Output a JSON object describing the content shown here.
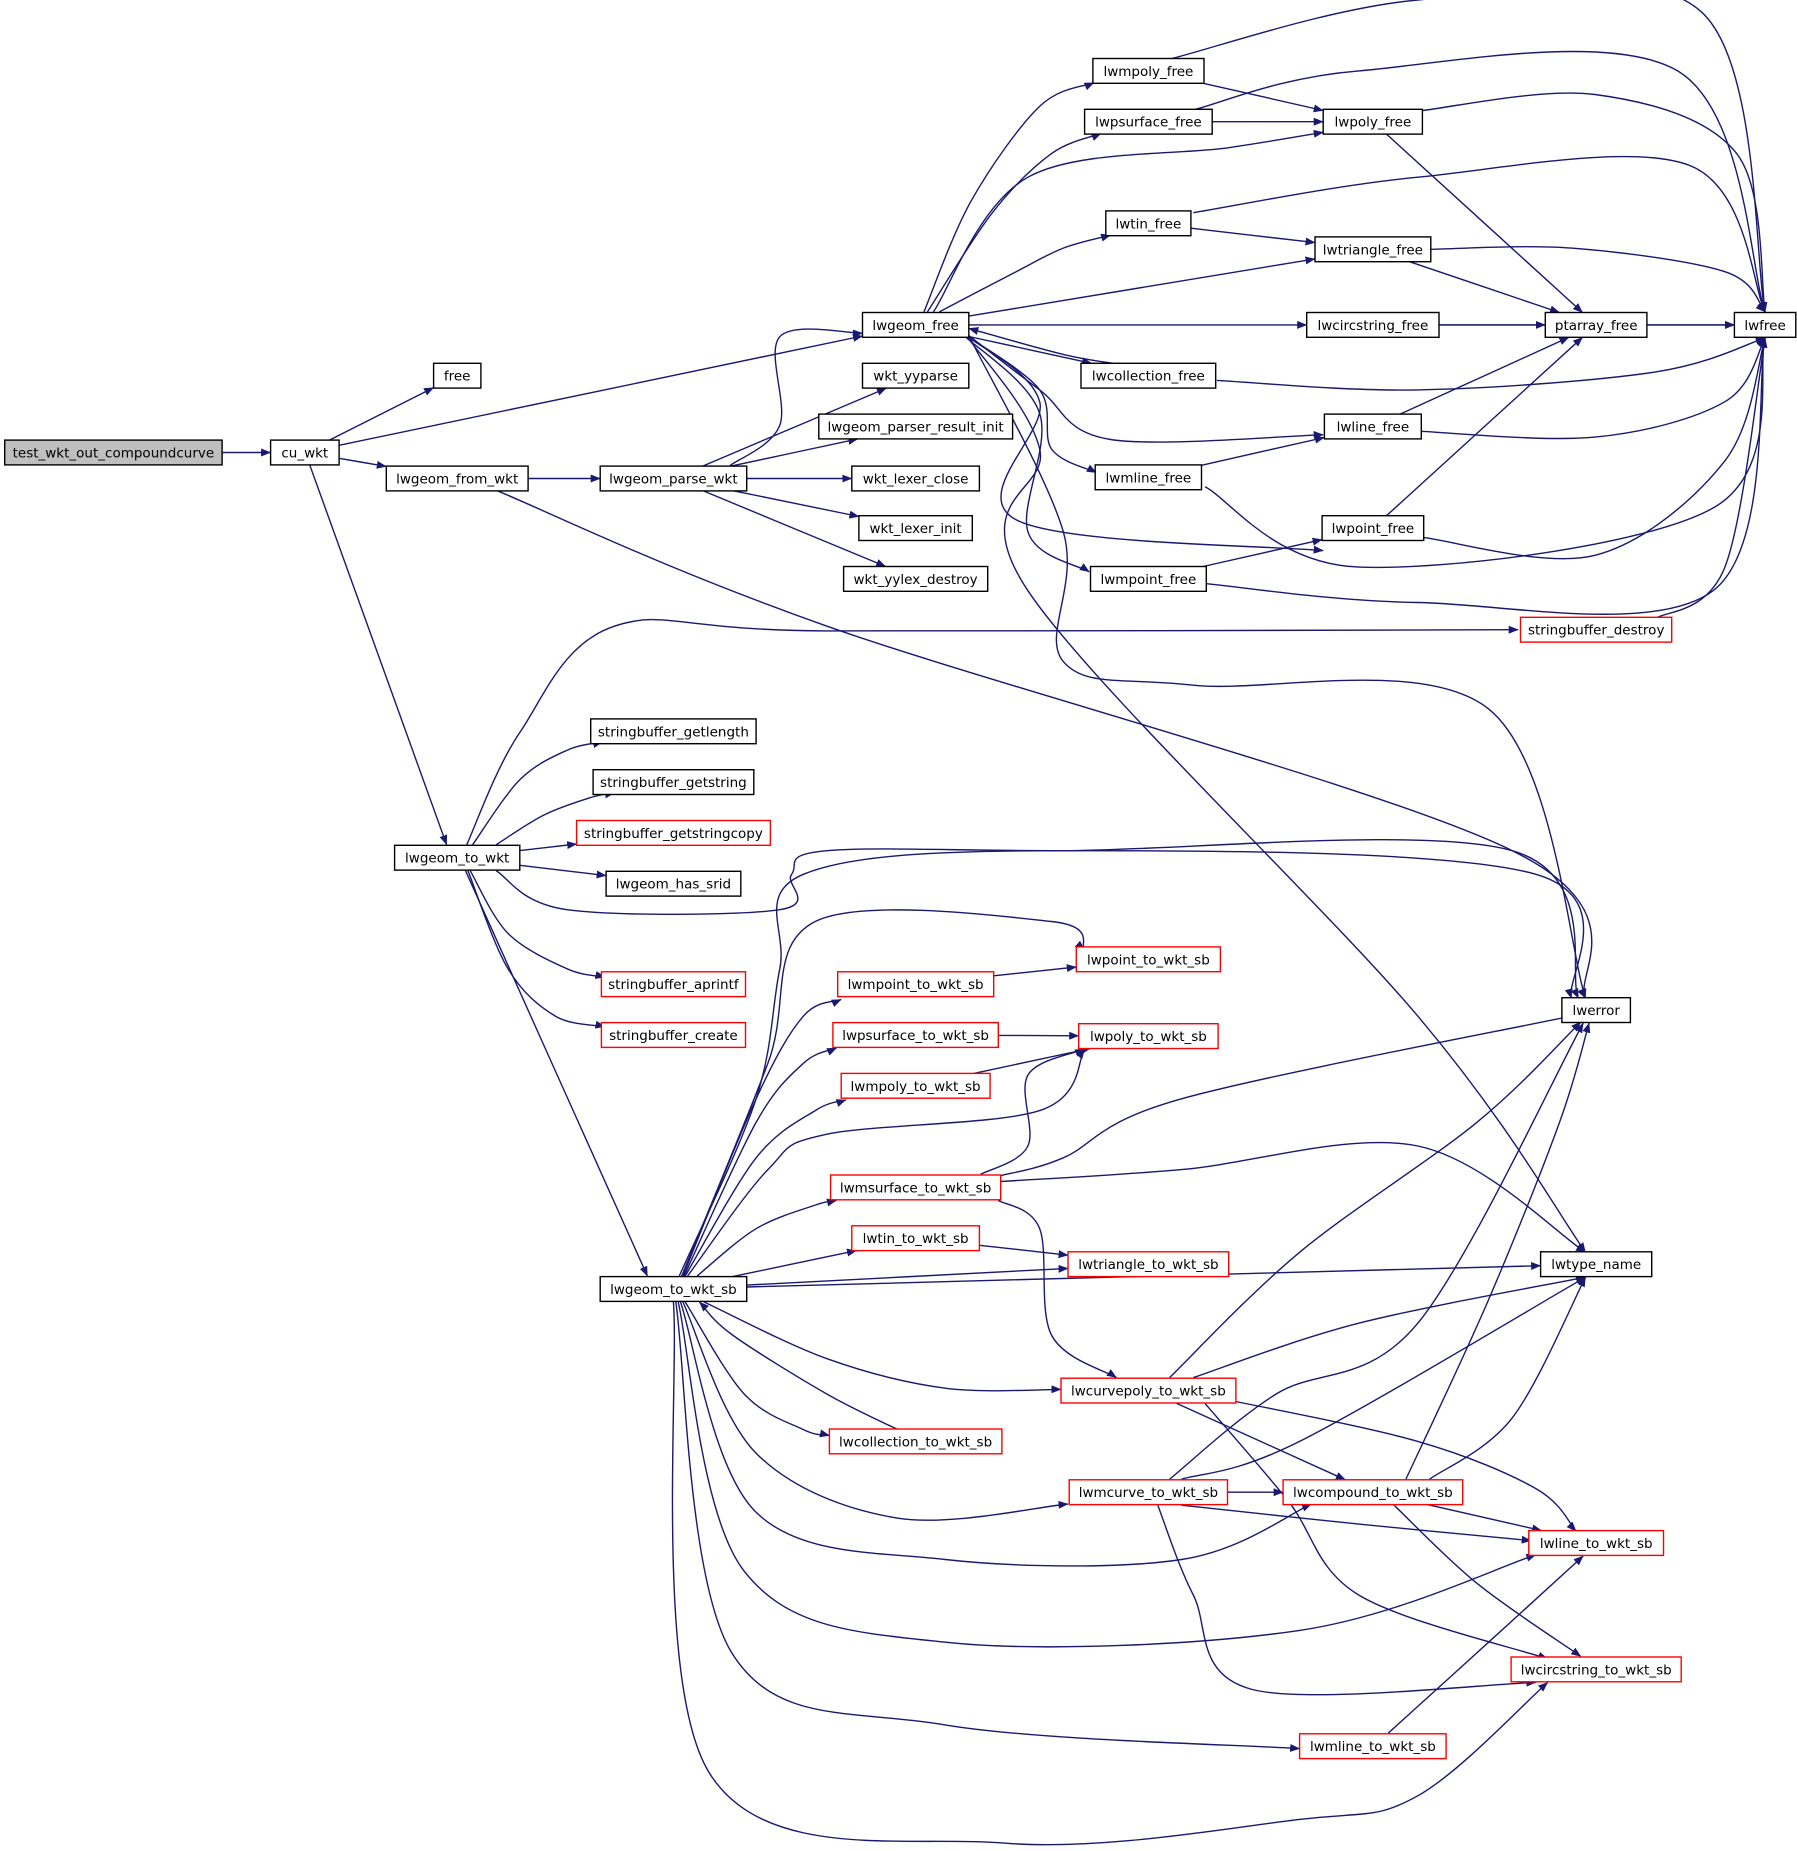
{
  "colors": {
    "edge": "#191970",
    "root_fill": "#bfbfbf",
    "node_fill": "#ffffff",
    "node_border": "#000000",
    "truncated_border": "#ff0000"
  },
  "nodes": [
    {
      "id": "test_wkt_out_compoundcurve",
      "label": "test_wkt_out_compoundcurve",
      "style": "root"
    },
    {
      "id": "cu_wkt",
      "label": "cu_wkt",
      "style": "normal"
    },
    {
      "id": "free",
      "label": "free",
      "style": "normal"
    },
    {
      "id": "lwgeom_free",
      "label": "lwgeom_free",
      "style": "normal"
    },
    {
      "id": "lwgeom_from_wkt",
      "label": "lwgeom_from_wkt",
      "style": "normal"
    },
    {
      "id": "lwgeom_to_wkt",
      "label": "lwgeom_to_wkt",
      "style": "normal"
    },
    {
      "id": "lwgeom_parse_wkt",
      "label": "lwgeom_parse_wkt",
      "style": "normal"
    },
    {
      "id": "wkt_yyparse",
      "label": "wkt_yyparse",
      "style": "normal"
    },
    {
      "id": "lwgeom_parser_result_init",
      "label": "lwgeom_parser_result_init",
      "style": "normal"
    },
    {
      "id": "wkt_lexer_close",
      "label": "wkt_lexer_close",
      "style": "normal"
    },
    {
      "id": "wkt_lexer_init",
      "label": "wkt_lexer_init",
      "style": "normal"
    },
    {
      "id": "wkt_yylex_destroy",
      "label": "wkt_yylex_destroy",
      "style": "normal"
    },
    {
      "id": "lwmpoly_free",
      "label": "lwmpoly_free",
      "style": "normal"
    },
    {
      "id": "lwpsurface_free",
      "label": "lwpsurface_free",
      "style": "normal"
    },
    {
      "id": "lwtin_free",
      "label": "lwtin_free",
      "style": "normal"
    },
    {
      "id": "lwcollection_free",
      "label": "lwcollection_free",
      "style": "normal"
    },
    {
      "id": "lwmline_free",
      "label": "lwmline_free",
      "style": "normal"
    },
    {
      "id": "lwmpoint_free",
      "label": "lwmpoint_free",
      "style": "normal"
    },
    {
      "id": "lwpoly_free",
      "label": "lwpoly_free",
      "style": "normal"
    },
    {
      "id": "lwtriangle_free",
      "label": "lwtriangle_free",
      "style": "normal"
    },
    {
      "id": "lwcircstring_free",
      "label": "lwcircstring_free",
      "style": "normal"
    },
    {
      "id": "lwline_free",
      "label": "lwline_free",
      "style": "normal"
    },
    {
      "id": "lwpoint_free",
      "label": "lwpoint_free",
      "style": "normal"
    },
    {
      "id": "ptarray_free",
      "label": "ptarray_free",
      "style": "normal"
    },
    {
      "id": "lwfree",
      "label": "lwfree",
      "style": "normal"
    },
    {
      "id": "stringbuffer_destroy",
      "label": "stringbuffer_destroy",
      "style": "truncated"
    },
    {
      "id": "stringbuffer_getlength",
      "label": "stringbuffer_getlength",
      "style": "normal"
    },
    {
      "id": "stringbuffer_getstring",
      "label": "stringbuffer_getstring",
      "style": "normal"
    },
    {
      "id": "stringbuffer_getstringcopy",
      "label": "stringbuffer_getstringcopy",
      "style": "truncated"
    },
    {
      "id": "lwgeom_has_srid",
      "label": "lwgeom_has_srid",
      "style": "normal"
    },
    {
      "id": "stringbuffer_aprintf",
      "label": "stringbuffer_aprintf",
      "style": "truncated"
    },
    {
      "id": "stringbuffer_create",
      "label": "stringbuffer_create",
      "style": "truncated"
    },
    {
      "id": "lwgeom_to_wkt_sb",
      "label": "lwgeom_to_wkt_sb",
      "style": "normal"
    },
    {
      "id": "lwerror",
      "label": "lwerror",
      "style": "normal"
    },
    {
      "id": "lwtype_name",
      "label": "lwtype_name",
      "style": "normal"
    },
    {
      "id": "lwpoint_to_wkt_sb",
      "label": "lwpoint_to_wkt_sb",
      "style": "truncated"
    },
    {
      "id": "lwmpoint_to_wkt_sb",
      "label": "lwmpoint_to_wkt_sb",
      "style": "truncated"
    },
    {
      "id": "lwpsurface_to_wkt_sb",
      "label": "lwpsurface_to_wkt_sb",
      "style": "truncated"
    },
    {
      "id": "lwpoly_to_wkt_sb",
      "label": "lwpoly_to_wkt_sb",
      "style": "truncated"
    },
    {
      "id": "lwmpoly_to_wkt_sb",
      "label": "lwmpoly_to_wkt_sb",
      "style": "truncated"
    },
    {
      "id": "lwmsurface_to_wkt_sb",
      "label": "lwmsurface_to_wkt_sb",
      "style": "truncated"
    },
    {
      "id": "lwtin_to_wkt_sb",
      "label": "lwtin_to_wkt_sb",
      "style": "truncated"
    },
    {
      "id": "lwtriangle_to_wkt_sb",
      "label": "lwtriangle_to_wkt_sb",
      "style": "truncated"
    },
    {
      "id": "lwcurvepoly_to_wkt_sb",
      "label": "lwcurvepoly_to_wkt_sb",
      "style": "truncated"
    },
    {
      "id": "lwcollection_to_wkt_sb",
      "label": "lwcollection_to_wkt_sb",
      "style": "truncated"
    },
    {
      "id": "lwmcurve_to_wkt_sb",
      "label": "lwmcurve_to_wkt_sb",
      "style": "truncated"
    },
    {
      "id": "lwcompound_to_wkt_sb",
      "label": "lwcompound_to_wkt_sb",
      "style": "truncated"
    },
    {
      "id": "lwline_to_wkt_sb",
      "label": "lwline_to_wkt_sb",
      "style": "truncated"
    },
    {
      "id": "lwcircstring_to_wkt_sb",
      "label": "lwcircstring_to_wkt_sb",
      "style": "truncated"
    },
    {
      "id": "lwmline_to_wkt_sb",
      "label": "lwmline_to_wkt_sb",
      "style": "truncated"
    }
  ],
  "edges": [
    {
      "from": "test_wkt_out_compoundcurve",
      "to": "cu_wkt"
    },
    {
      "from": "cu_wkt",
      "to": "free"
    },
    {
      "from": "cu_wkt",
      "to": "lwgeom_free"
    },
    {
      "from": "cu_wkt",
      "to": "lwgeom_from_wkt"
    },
    {
      "from": "cu_wkt",
      "to": "lwgeom_to_wkt"
    },
    {
      "from": "lwgeom_from_wkt",
      "to": "lwgeom_parse_wkt"
    },
    {
      "from": "lwgeom_from_wkt",
      "to": "lwerror"
    },
    {
      "from": "lwgeom_parse_wkt",
      "to": "lwgeom_free"
    },
    {
      "from": "lwgeom_parse_wkt",
      "to": "wkt_yyparse"
    },
    {
      "from": "lwgeom_parse_wkt",
      "to": "lwgeom_parser_result_init"
    },
    {
      "from": "lwgeom_parse_wkt",
      "to": "wkt_lexer_close"
    },
    {
      "from": "lwgeom_parse_wkt",
      "to": "wkt_lexer_init"
    },
    {
      "from": "lwgeom_parse_wkt",
      "to": "wkt_yylex_destroy"
    },
    {
      "from": "lwgeom_free",
      "to": "lwmpoly_free"
    },
    {
      "from": "lwgeom_free",
      "to": "lwpsurface_free"
    },
    {
      "from": "lwgeom_free",
      "to": "lwpoly_free"
    },
    {
      "from": "lwgeom_free",
      "to": "lwtin_free"
    },
    {
      "from": "lwgeom_free",
      "to": "lwtriangle_free"
    },
    {
      "from": "lwgeom_free",
      "to": "lwcircstring_free"
    },
    {
      "from": "lwgeom_free",
      "to": "lwcollection_free"
    },
    {
      "from": "lwgeom_free",
      "to": "lwline_free"
    },
    {
      "from": "lwgeom_free",
      "to": "lwmline_free"
    },
    {
      "from": "lwgeom_free",
      "to": "lwpoint_free"
    },
    {
      "from": "lwgeom_free",
      "to": "lwmpoint_free"
    },
    {
      "from": "lwgeom_free",
      "to": "lwerror"
    },
    {
      "from": "lwgeom_free",
      "to": "lwtype_name"
    },
    {
      "from": "lwmpoly_free",
      "to": "lwpoly_free"
    },
    {
      "from": "lwmpoly_free",
      "to": "lwfree"
    },
    {
      "from": "lwpsurface_free",
      "to": "lwpoly_free"
    },
    {
      "from": "lwpsurface_free",
      "to": "lwfree"
    },
    {
      "from": "lwpoly_free",
      "to": "ptarray_free"
    },
    {
      "from": "lwpoly_free",
      "to": "lwfree"
    },
    {
      "from": "lwtin_free",
      "to": "lwtriangle_free"
    },
    {
      "from": "lwtin_free",
      "to": "lwfree"
    },
    {
      "from": "lwtriangle_free",
      "to": "ptarray_free"
    },
    {
      "from": "lwtriangle_free",
      "to": "lwfree"
    },
    {
      "from": "lwcircstring_free",
      "to": "ptarray_free"
    },
    {
      "from": "lwcircstring_free",
      "to": "lwfree"
    },
    {
      "from": "lwcollection_free",
      "to": "lwgeom_free"
    },
    {
      "from": "lwcollection_free",
      "to": "lwfree"
    },
    {
      "from": "lwline_free",
      "to": "ptarray_free"
    },
    {
      "from": "lwline_free",
      "to": "lwfree"
    },
    {
      "from": "lwmline_free",
      "to": "lwline_free"
    },
    {
      "from": "lwmline_free",
      "to": "lwfree"
    },
    {
      "from": "lwpoint_free",
      "to": "ptarray_free"
    },
    {
      "from": "lwpoint_free",
      "to": "lwfree"
    },
    {
      "from": "lwmpoint_free",
      "to": "lwpoint_free"
    },
    {
      "from": "lwmpoint_free",
      "to": "lwfree"
    },
    {
      "from": "ptarray_free",
      "to": "lwfree"
    },
    {
      "from": "stringbuffer_destroy",
      "to": "lwfree"
    },
    {
      "from": "lwgeom_to_wkt",
      "to": "stringbuffer_destroy"
    },
    {
      "from": "lwgeom_to_wkt",
      "to": "stringbuffer_getlength"
    },
    {
      "from": "lwgeom_to_wkt",
      "to": "stringbuffer_getstring"
    },
    {
      "from": "lwgeom_to_wkt",
      "to": "stringbuffer_getstringcopy"
    },
    {
      "from": "lwgeom_to_wkt",
      "to": "lwgeom_has_srid"
    },
    {
      "from": "lwgeom_to_wkt",
      "to": "lwerror"
    },
    {
      "from": "lwgeom_to_wkt",
      "to": "stringbuffer_aprintf"
    },
    {
      "from": "lwgeom_to_wkt",
      "to": "stringbuffer_create"
    },
    {
      "from": "lwgeom_to_wkt",
      "to": "lwgeom_to_wkt_sb"
    },
    {
      "from": "lwgeom_to_wkt_sb",
      "to": "lwerror"
    },
    {
      "from": "lwgeom_to_wkt_sb",
      "to": "lwpoint_to_wkt_sb"
    },
    {
      "from": "lwgeom_to_wkt_sb",
      "to": "lwmpoint_to_wkt_sb"
    },
    {
      "from": "lwgeom_to_wkt_sb",
      "to": "lwpsurface_to_wkt_sb"
    },
    {
      "from": "lwgeom_to_wkt_sb",
      "to": "lwmpoly_to_wkt_sb"
    },
    {
      "from": "lwgeom_to_wkt_sb",
      "to": "lwpoly_to_wkt_sb"
    },
    {
      "from": "lwgeom_to_wkt_sb",
      "to": "lwmsurface_to_wkt_sb"
    },
    {
      "from": "lwgeom_to_wkt_sb",
      "to": "lwtin_to_wkt_sb"
    },
    {
      "from": "lwgeom_to_wkt_sb",
      "to": "lwtriangle_to_wkt_sb"
    },
    {
      "from": "lwgeom_to_wkt_sb",
      "to": "lwtype_name"
    },
    {
      "from": "lwgeom_to_wkt_sb",
      "to": "lwcurvepoly_to_wkt_sb"
    },
    {
      "from": "lwgeom_to_wkt_sb",
      "to": "lwcollection_to_wkt_sb"
    },
    {
      "from": "lwgeom_to_wkt_sb",
      "to": "lwmcurve_to_wkt_sb"
    },
    {
      "from": "lwgeom_to_wkt_sb",
      "to": "lwcompound_to_wkt_sb"
    },
    {
      "from": "lwgeom_to_wkt_sb",
      "to": "lwline_to_wkt_sb"
    },
    {
      "from": "lwgeom_to_wkt_sb",
      "to": "lwmline_to_wkt_sb"
    },
    {
      "from": "lwgeom_to_wkt_sb",
      "to": "lwcircstring_to_wkt_sb"
    },
    {
      "from": "lwmpoint_to_wkt_sb",
      "to": "lwpoint_to_wkt_sb"
    },
    {
      "from": "lwpsurface_to_wkt_sb",
      "to": "lwpoly_to_wkt_sb"
    },
    {
      "from": "lwmpoly_to_wkt_sb",
      "to": "lwpoly_to_wkt_sb"
    },
    {
      "from": "lwmsurface_to_wkt_sb",
      "to": "lwpoly_to_wkt_sb"
    },
    {
      "from": "lwmsurface_to_wkt_sb",
      "to": "lwerror"
    },
    {
      "from": "lwmsurface_to_wkt_sb",
      "to": "lwtype_name"
    },
    {
      "from": "lwmsurface_to_wkt_sb",
      "to": "lwcurvepoly_to_wkt_sb"
    },
    {
      "from": "lwtin_to_wkt_sb",
      "to": "lwtriangle_to_wkt_sb"
    },
    {
      "from": "lwcollection_to_wkt_sb",
      "to": "lwgeom_to_wkt_sb"
    },
    {
      "from": "lwcurvepoly_to_wkt_sb",
      "to": "lwerror"
    },
    {
      "from": "lwcurvepoly_to_wkt_sb",
      "to": "lwtype_name"
    },
    {
      "from": "lwcurvepoly_to_wkt_sb",
      "to": "lwcompound_to_wkt_sb"
    },
    {
      "from": "lwcurvepoly_to_wkt_sb",
      "to": "lwline_to_wkt_sb"
    },
    {
      "from": "lwcurvepoly_to_wkt_sb",
      "to": "lwcircstring_to_wkt_sb"
    },
    {
      "from": "lwmcurve_to_wkt_sb",
      "to": "lwerror"
    },
    {
      "from": "lwmcurve_to_wkt_sb",
      "to": "lwtype_name"
    },
    {
      "from": "lwmcurve_to_wkt_sb",
      "to": "lwcompound_to_wkt_sb"
    },
    {
      "from": "lwmcurve_to_wkt_sb",
      "to": "lwline_to_wkt_sb"
    },
    {
      "from": "lwmcurve_to_wkt_sb",
      "to": "lwcircstring_to_wkt_sb"
    },
    {
      "from": "lwcompound_to_wkt_sb",
      "to": "lwerror"
    },
    {
      "from": "lwcompound_to_wkt_sb",
      "to": "lwtype_name"
    },
    {
      "from": "lwcompound_to_wkt_sb",
      "to": "lwline_to_wkt_sb"
    },
    {
      "from": "lwcompound_to_wkt_sb",
      "to": "lwcircstring_to_wkt_sb"
    },
    {
      "from": "lwmline_to_wkt_sb",
      "to": "lwline_to_wkt_sb"
    }
  ]
}
